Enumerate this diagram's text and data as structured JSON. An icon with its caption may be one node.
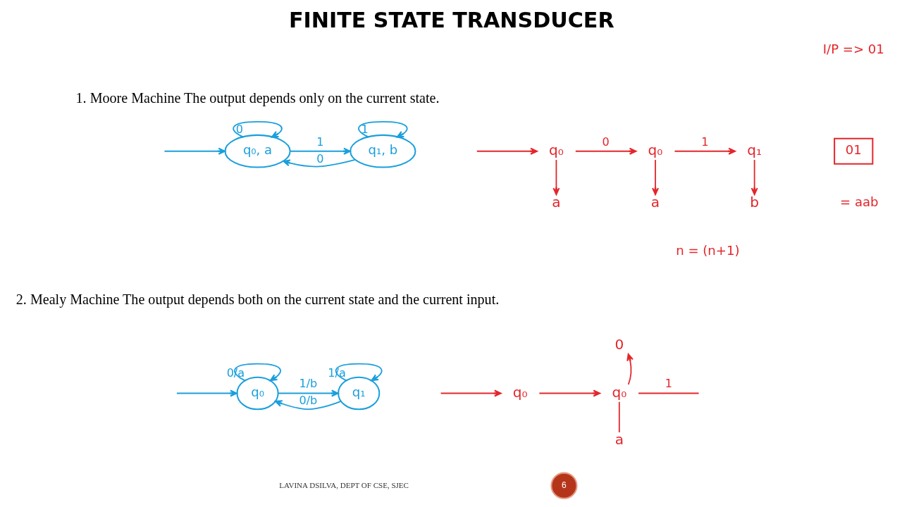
{
  "diagram": {
    "title": "FINITE STATE TRANSDUCER",
    "nodes": [
      {
        "text": [
          "q₀, a"
        ]
      },
      {
        "text": [
          "q₁, b"
        ]
      },
      {
        "text": [
          "q₀"
        ]
      },
      {
        "text": [
          "q₀"
        ]
      },
      {
        "text": [
          "q₁"
        ]
      },
      {
        "text": [
          "a"
        ]
      },
      {
        "text": [
          "a"
        ]
      },
      {
        "text": [
          "b"
        ]
      },
      {
        "text": [
          "01"
        ]
      },
      {
        "text": [
          "q₀"
        ]
      },
      {
        "text": [
          "q₁"
        ]
      },
      {
        "text": [
          "q₀"
        ]
      },
      {
        "text": [
          "q₀"
        ]
      },
      {
        "text": [
          "0"
        ]
      },
      {
        "text": [
          "a"
        ]
      },
      {
        "text": [
          "6"
        ]
      }
    ],
    "edges": [
      {
        "from": null,
        "to": 0,
        "arrow": "to",
        "color": "#1a9fdc"
      },
      {
        "from": 0,
        "to": 0,
        "arrow": "to",
        "label": "0",
        "color": "#1a9fdc"
      },
      {
        "from": 0,
        "to": 1,
        "arrow": "to",
        "label": "1",
        "color": "#1a9fdc"
      },
      {
        "from": 1,
        "to": 1,
        "arrow": "to",
        "label": "1",
        "color": "#1a9fdc"
      },
      {
        "from": 1,
        "to": 0,
        "arrow": "to",
        "label": "0",
        "color": "#1a9fdc"
      },
      {
        "from": null,
        "to": 2,
        "arrow": "to"
      },
      {
        "from": 2,
        "to": 3,
        "arrow": "to",
        "label": "0"
      },
      {
        "from": 3,
        "to": 4,
        "arrow": "to",
        "label": "1"
      },
      {
        "from": 2,
        "to": 5,
        "arrow": "to"
      },
      {
        "from": 3,
        "to": 6,
        "arrow": "to"
      },
      {
        "from": 4,
        "to": 7,
        "arrow": "to"
      },
      {
        "from": null,
        "to": 9,
        "arrow": "to",
        "color": "#1a9fdc"
      },
      {
        "from": 9,
        "to": 9,
        "arrow": "to",
        "label": "0/a",
        "color": "#1a9fdc"
      },
      {
        "from": 9,
        "to": 10,
        "arrow": "to",
        "label": "1/b",
        "color": "#1a9fdc"
      },
      {
        "from": 10,
        "to": 10,
        "arrow": "to",
        "label": "1/a",
        "color": "#1a9fdc"
      },
      {
        "from": 10,
        "to": 9,
        "arrow": "to",
        "label": "0/b",
        "color": "#1a9fdc"
      },
      {
        "from": null,
        "to": 11,
        "arrow": "to"
      },
      {
        "from": 11,
        "to": 12,
        "arrow": "to"
      },
      {
        "from": 12,
        "to": 13,
        "arrow": "to"
      },
      {
        "from": 12,
        "to": 14,
        "arrow": "none"
      },
      {
        "from": 12,
        "to": null,
        "arrow": "none",
        "label": "1"
      }
    ],
    "labels": [
      "I/P => 01",
      "1. Moore Machine The output depends only on the current state.",
      "= aab",
      "n = (n+1)",
      "2. Mealy Machine The output depends both on the current state and the current input.",
      "LAVINA DSILVA, DEPT OF CSE, SJEC"
    ]
  }
}
